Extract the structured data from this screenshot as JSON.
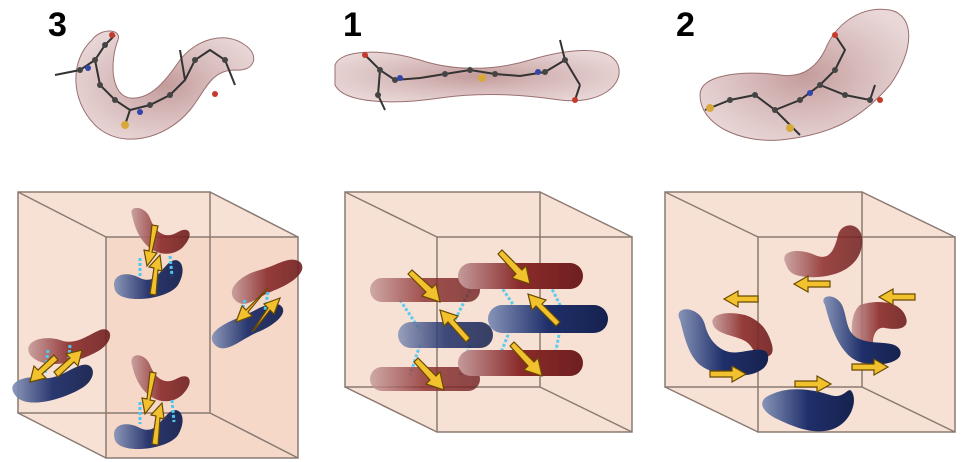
{
  "panels": [
    {
      "label": "3"
    },
    {
      "label": "1"
    },
    {
      "label": "2"
    }
  ],
  "colors": {
    "red_blob": "#8a2a2a",
    "blue_blob": "#1f2f6a",
    "arrow": "#f2c12e",
    "arrow_outline": "#6a4a00",
    "hbond": "#4cc9f0",
    "cube_fill": "#f6d9c8",
    "cube_edge": "#8a7a72",
    "molecule_shadow": "#b98a8a"
  }
}
